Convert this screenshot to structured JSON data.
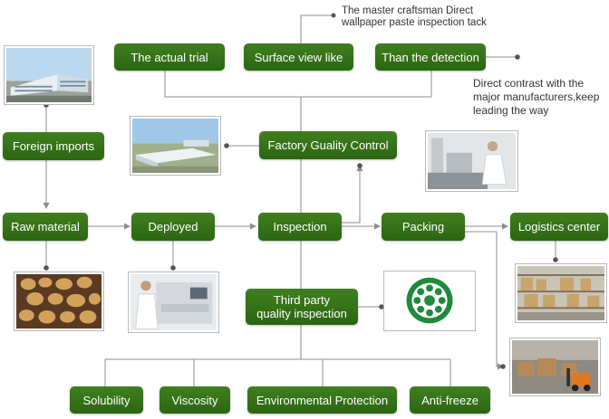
{
  "nodes": {
    "actual_trial": "The actual trial",
    "surface_view": "Surface view like",
    "than_detection": "Than the detection",
    "foreign_imports": "Foreign imports",
    "factory_qc": "Factory Guality Control",
    "raw_material": "Raw material",
    "deployed": "Deployed",
    "inspection": "Inspection",
    "packing": "Packing",
    "logistics": "Logistics center",
    "third_party_line1": "Third party",
    "third_party_line2": "quality inspection",
    "solubility": "Solubility",
    "viscosity": "Viscosity",
    "environmental": "Environmental Protection",
    "antifreeze": "Anti-freeze"
  },
  "notes": {
    "master_line1": "The master craftsman Direct",
    "master_line2": "wallpaper paste inspection tack",
    "contrast_line1": "Direct contrast with the",
    "contrast_line2": "major manufacturers,keep",
    "contrast_line3": "leading the way"
  },
  "images": [
    "factory-building-photo",
    "factory-aerial-photo",
    "lab-technician-photo",
    "potatoes-photo",
    "production-machine-photo",
    "environmental-certification-logo",
    "warehouse-shelves-photo",
    "forklift-warehouse-photo"
  ],
  "colors": {
    "node_fill": "#2f6a15",
    "node_text": "#ffffff",
    "connector": "#8c8c8c"
  }
}
